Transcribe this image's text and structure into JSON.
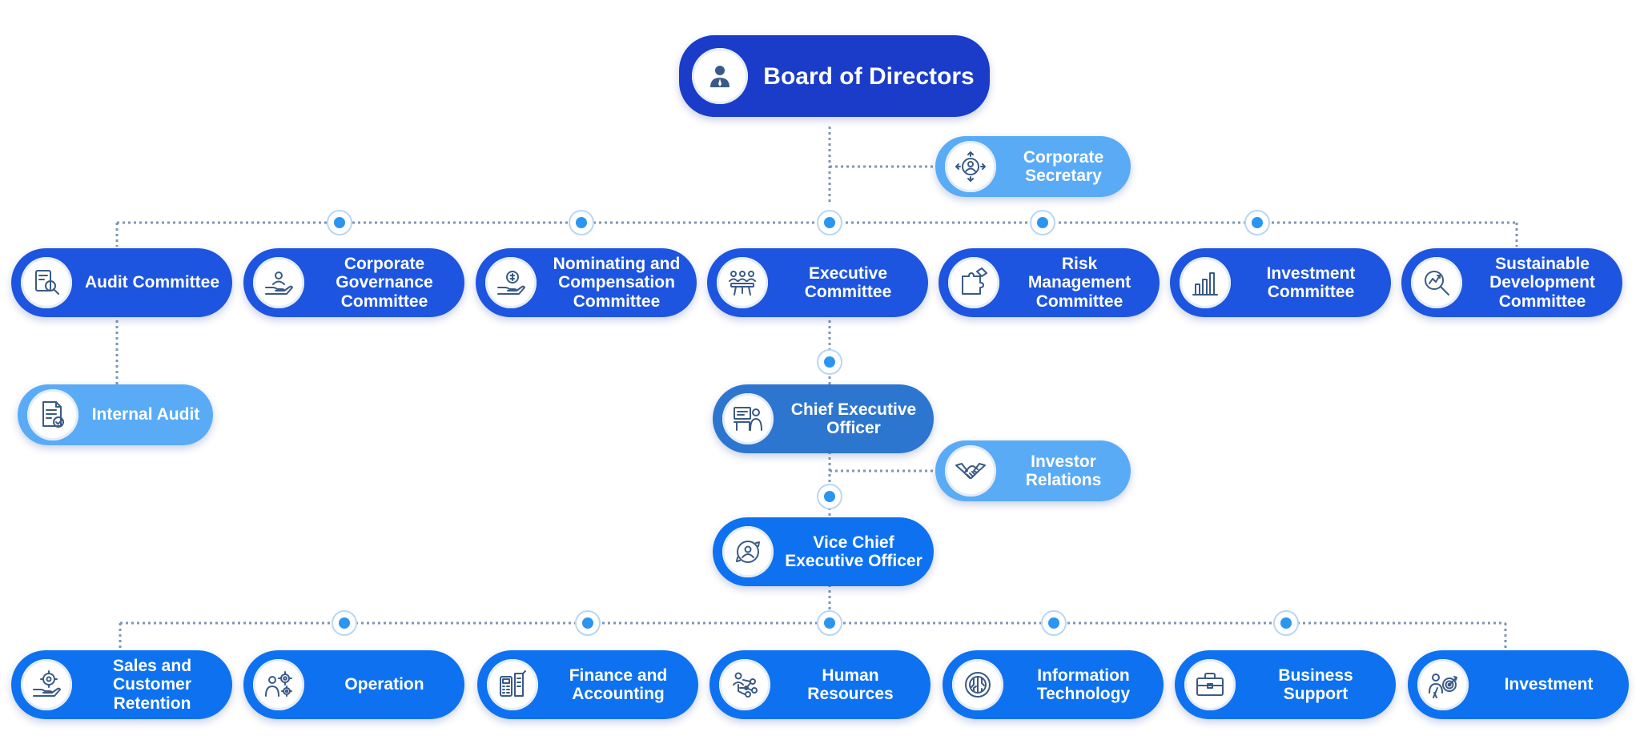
{
  "board": {
    "label": "Board of Directors",
    "icon": "director-icon"
  },
  "secretary": {
    "label": "Corporate Secretary",
    "icon": "person-network-icon"
  },
  "committees": [
    {
      "key": "audit",
      "label": "Audit Committee",
      "icon": "audit-document-icon"
    },
    {
      "key": "governance",
      "label": "Corporate Governance Committee",
      "icon": "hand-person-icon"
    },
    {
      "key": "nominating",
      "label": "Nominating and Compensation Committee",
      "icon": "hand-coin-icon"
    },
    {
      "key": "executive",
      "label": "Executive Committee",
      "icon": "team-meeting-icon"
    },
    {
      "key": "risk",
      "label": "Risk Management Committee",
      "icon": "puzzle-icon"
    },
    {
      "key": "investment-committee",
      "label": "Investment Committee",
      "icon": "bar-chart-icon"
    },
    {
      "key": "sustainable",
      "label": "Sustainable Development Committee",
      "icon": "magnifier-chart-icon"
    }
  ],
  "internal_audit": {
    "label": "Internal Audit",
    "icon": "checklist-document-icon"
  },
  "ceo": {
    "label": "Chief Executive Officer",
    "icon": "presentation-icon"
  },
  "investor_relations": {
    "label": "Investor Relations",
    "icon": "handshake-icon"
  },
  "vice_ceo": {
    "label": "Vice Chief Executive Officer",
    "icon": "person-cycle-icon"
  },
  "departments": [
    {
      "key": "sales",
      "label": "Sales and Customer Retention",
      "icon": "hand-gear-icon"
    },
    {
      "key": "operation",
      "label": "Operation",
      "icon": "person-gears-icon"
    },
    {
      "key": "finance",
      "label": "Finance and Accounting",
      "icon": "calculator-icon"
    },
    {
      "key": "hr",
      "label": "Human Resources",
      "icon": "people-network-icon"
    },
    {
      "key": "it",
      "label": "Information Technology",
      "icon": "circuit-icon"
    },
    {
      "key": "business-support",
      "label": "Business Support",
      "icon": "briefcase-icon"
    },
    {
      "key": "investment",
      "label": "Investment",
      "icon": "target-person-icon"
    }
  ],
  "colors": {
    "navy": "#1a3cc8",
    "royal": "#1d55e0",
    "sky": "#5aabf6",
    "steel": "#2d76d0",
    "bright": "#0e72f0",
    "connector": "#7e96b4",
    "dot": "#2b95f0",
    "icon": "#3a5a86"
  }
}
